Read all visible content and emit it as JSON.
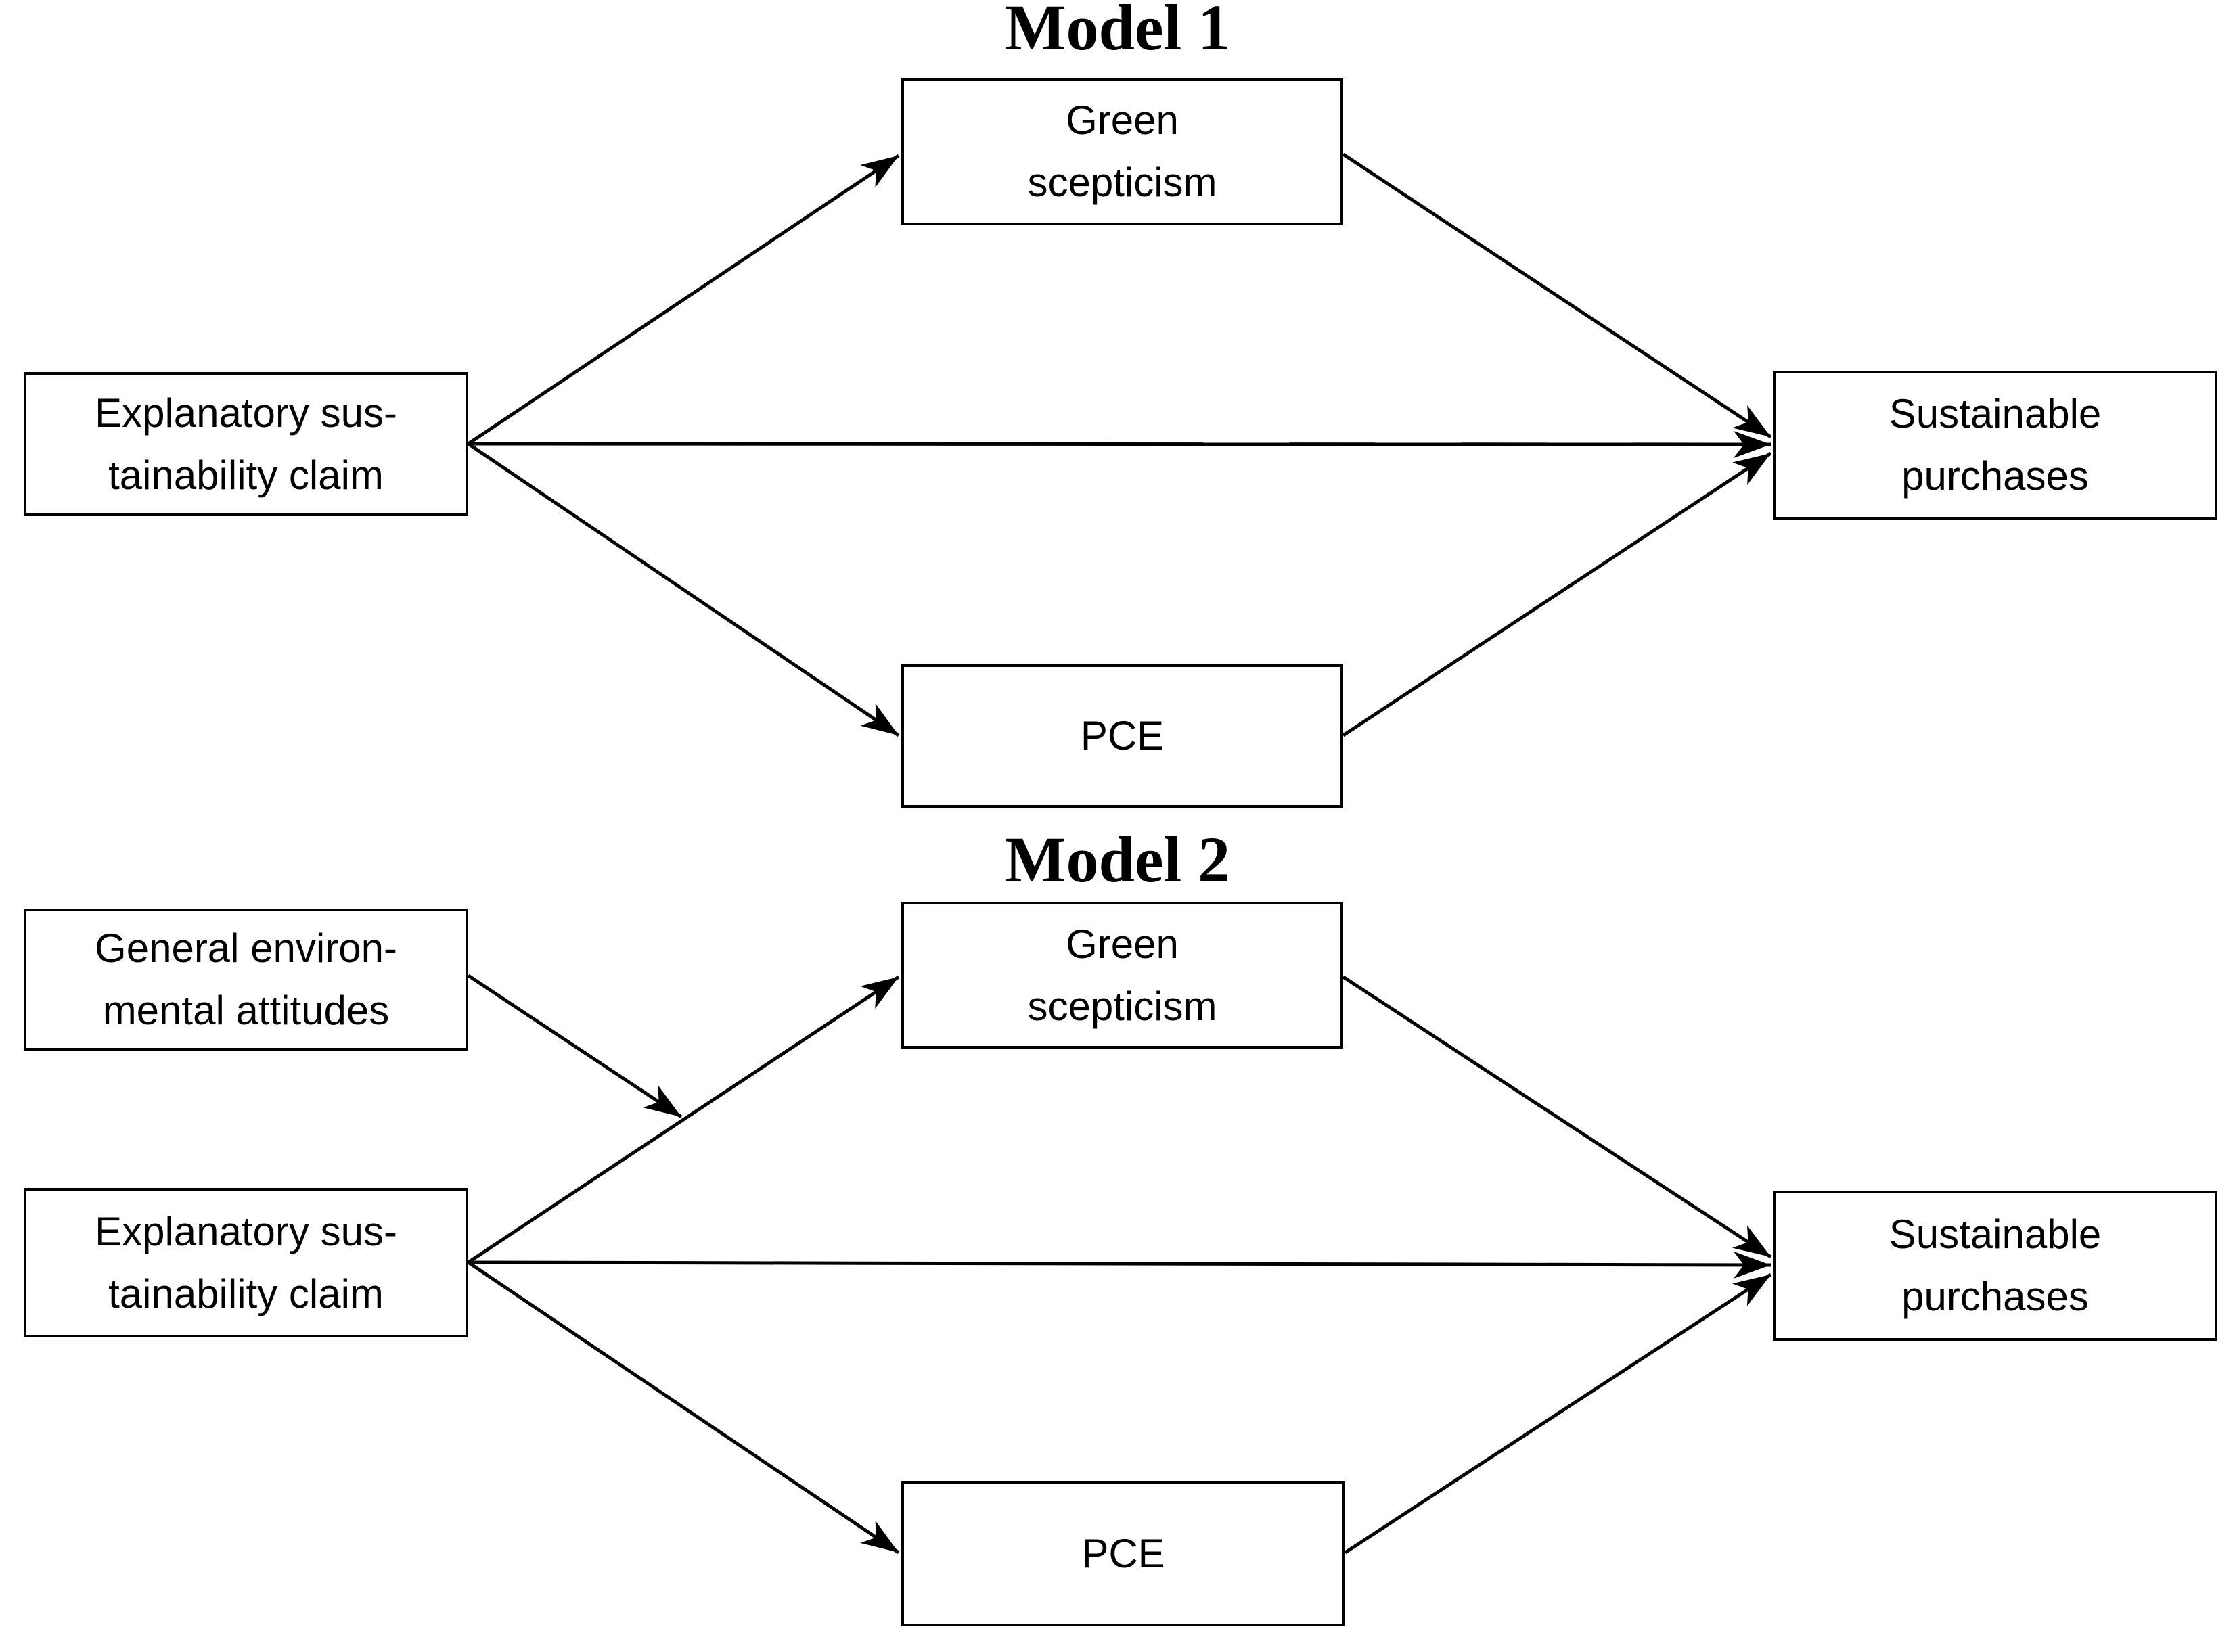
{
  "diagram": {
    "background_color": "#ffffff",
    "line_color": "#000000",
    "models": [
      {
        "title": "Model 1",
        "nodes": {
          "explanatory": {
            "label": "Explanatory sus-\ntainability claim"
          },
          "green": {
            "label": "Green\nscepticism"
          },
          "pce": {
            "label": "PCE"
          },
          "sustainable": {
            "label": "Sustainable\npurchases"
          }
        },
        "edges": [
          {
            "from": "explanatory",
            "to": "green"
          },
          {
            "from": "explanatory",
            "to": "sustainable"
          },
          {
            "from": "explanatory",
            "to": "pce"
          },
          {
            "from": "green",
            "to": "sustainable"
          },
          {
            "from": "pce",
            "to": "sustainable"
          }
        ]
      },
      {
        "title": "Model 2",
        "nodes": {
          "general": {
            "label": "General environ-\nmental attitudes"
          },
          "explanatory": {
            "label": "Explanatory sus-\ntainability claim"
          },
          "green": {
            "label": "Green\nscepticism"
          },
          "pce": {
            "label": "PCE"
          },
          "sustainable": {
            "label": "Sustainable\npurchases"
          }
        },
        "edges": [
          {
            "from": "explanatory",
            "to": "green"
          },
          {
            "from": "explanatory",
            "to": "sustainable"
          },
          {
            "from": "explanatory",
            "to": "pce"
          },
          {
            "from": "green",
            "to": "sustainable"
          },
          {
            "from": "pce",
            "to": "sustainable"
          },
          {
            "from": "general",
            "to": "path explanatory to green",
            "type": "moderation"
          }
        ]
      }
    ]
  }
}
